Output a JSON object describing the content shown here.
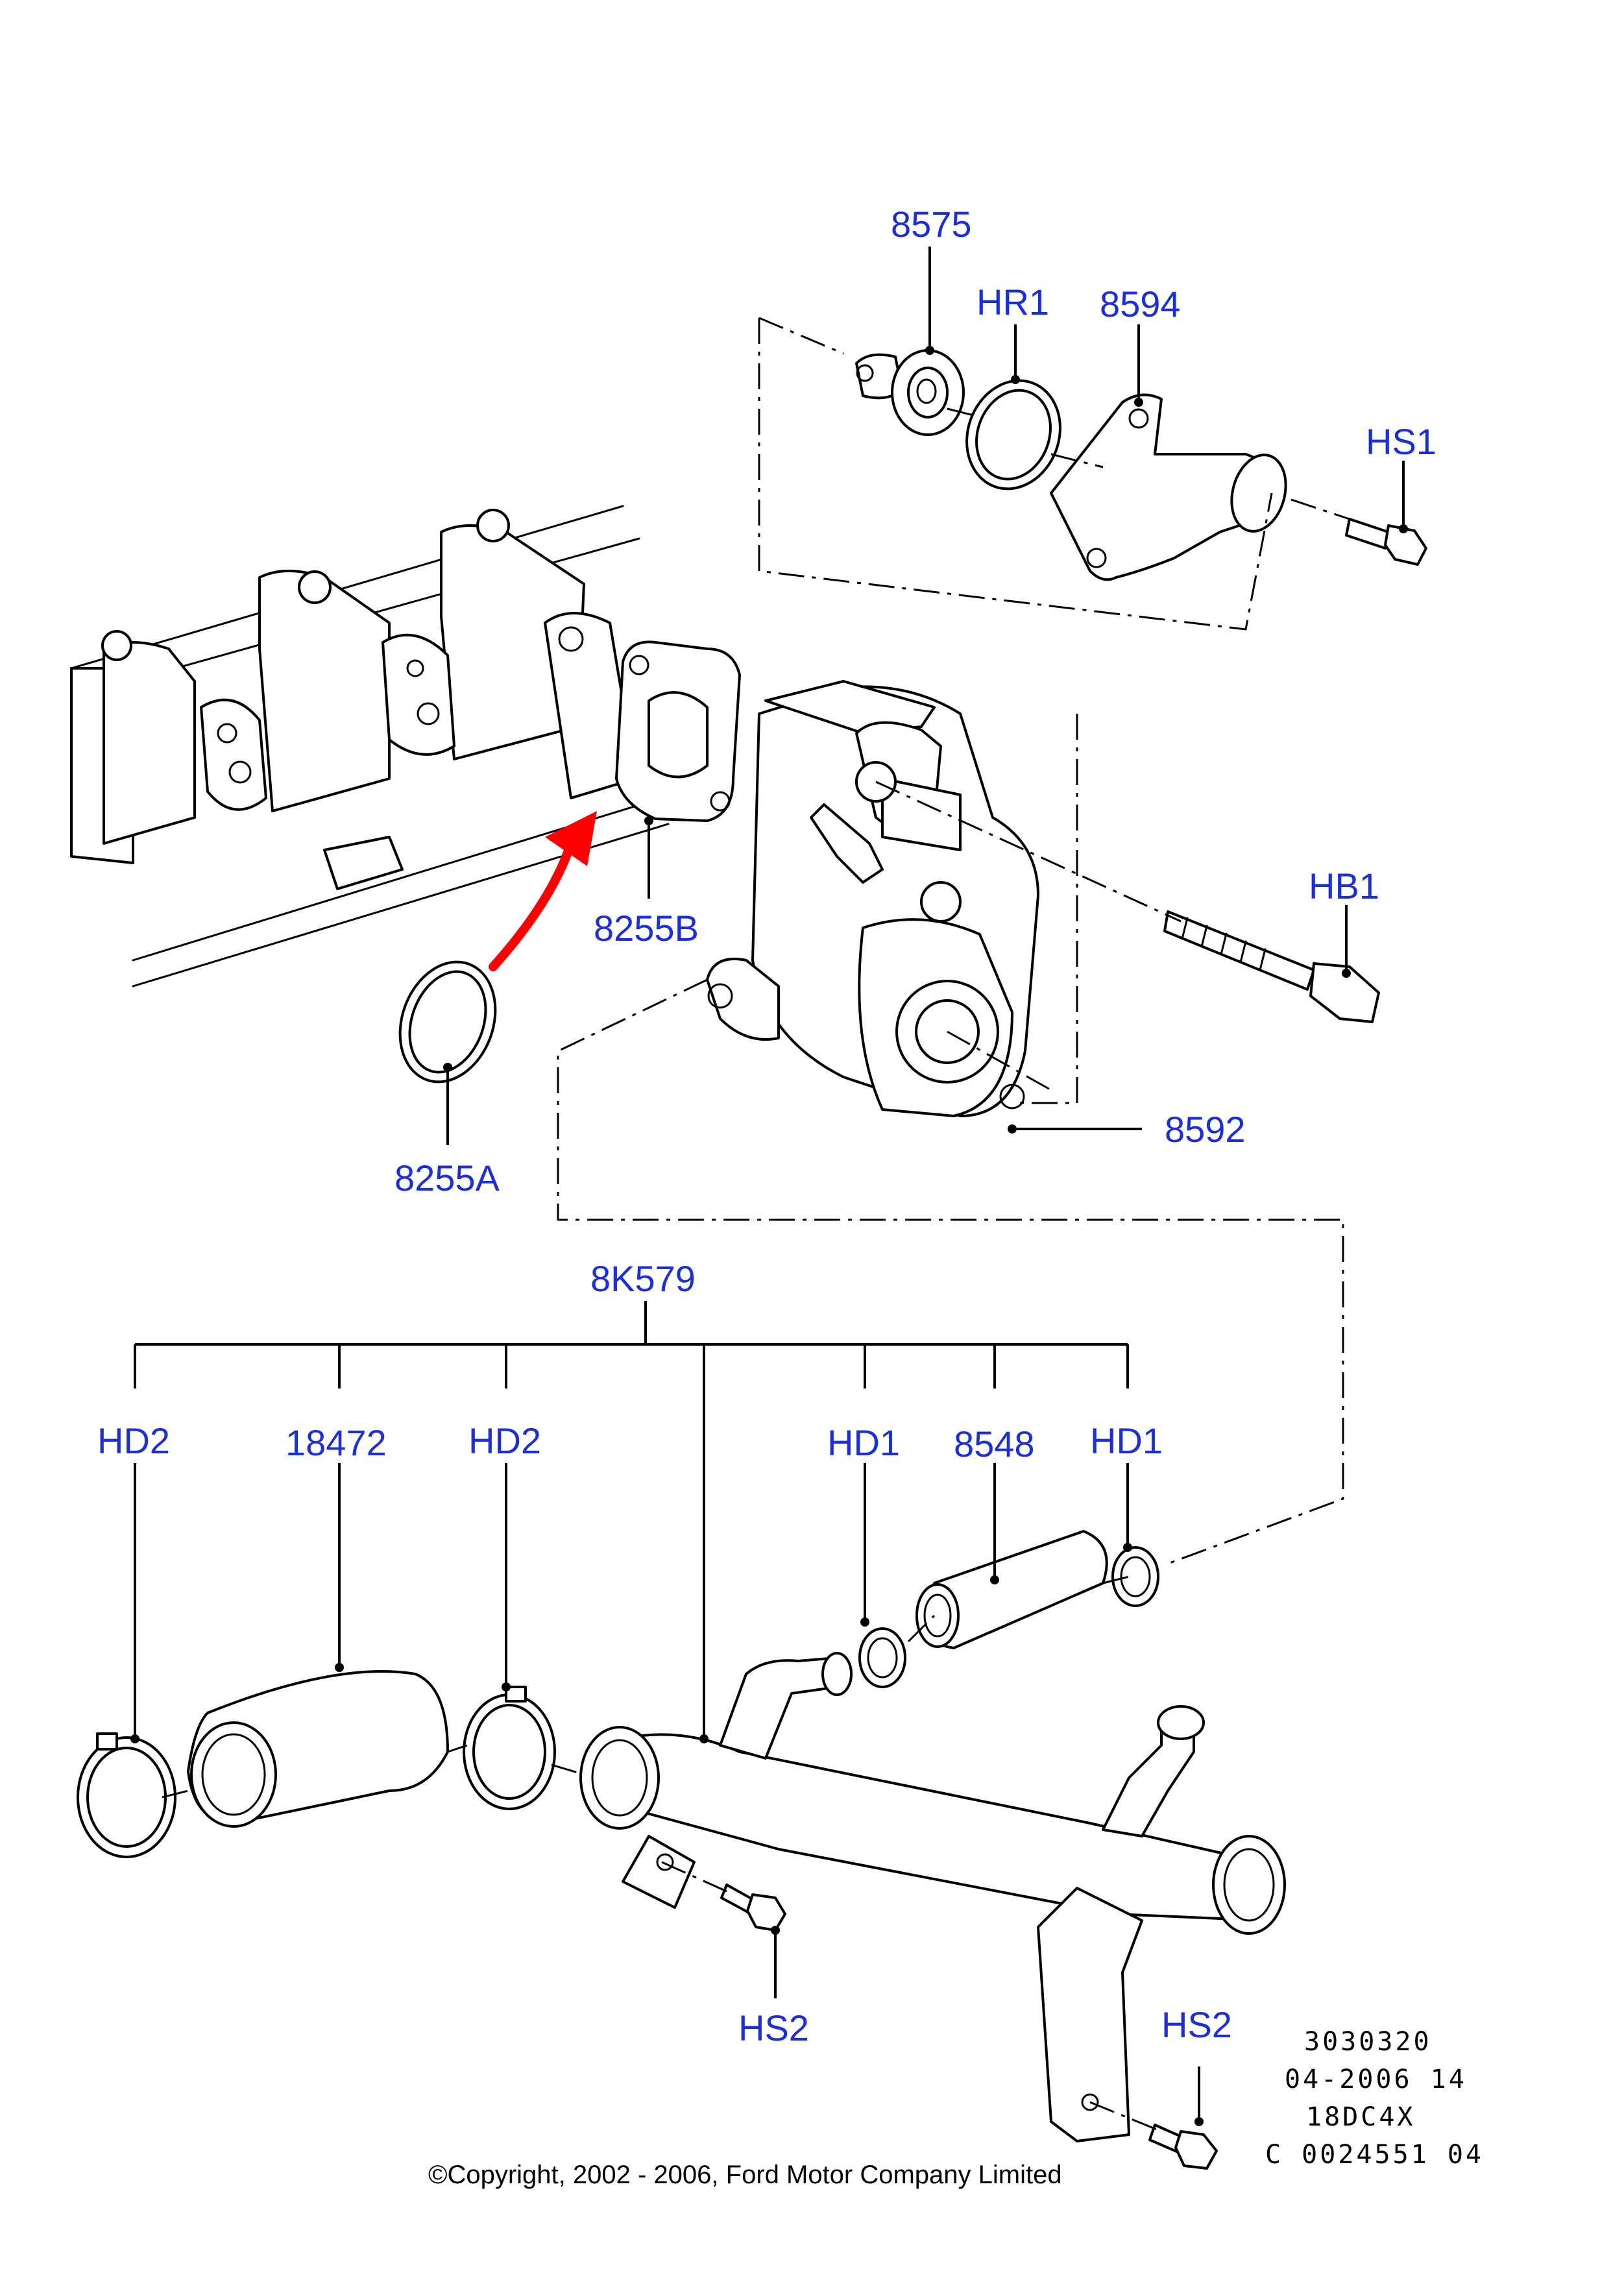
{
  "labels": {
    "p8575": "8575",
    "hr1": "HR1",
    "p8594": "8594",
    "hs1": "HS1",
    "hb1": "HB1",
    "p8255b": "8255B",
    "p8592": "8592",
    "p8255a": "8255A",
    "p8k579": "8K579",
    "hd2_left": "HD2",
    "p18472": "18472",
    "hd2_mid": "HD2",
    "hd1_left": "HD1",
    "p8548": "8548",
    "hd1_right": "HD1",
    "hs2_left": "HS2",
    "hs2_right": "HS2"
  },
  "info_block": [
    "3030320",
    "04-2006 14",
    "18DC4X",
    "C 0024551 04"
  ],
  "copyright": "©Copyright, 2002 - 2006, Ford Motor Company Limited",
  "colors": {
    "label": "#1a2fd9",
    "arrow": "#ff0000",
    "line": "#000000"
  }
}
